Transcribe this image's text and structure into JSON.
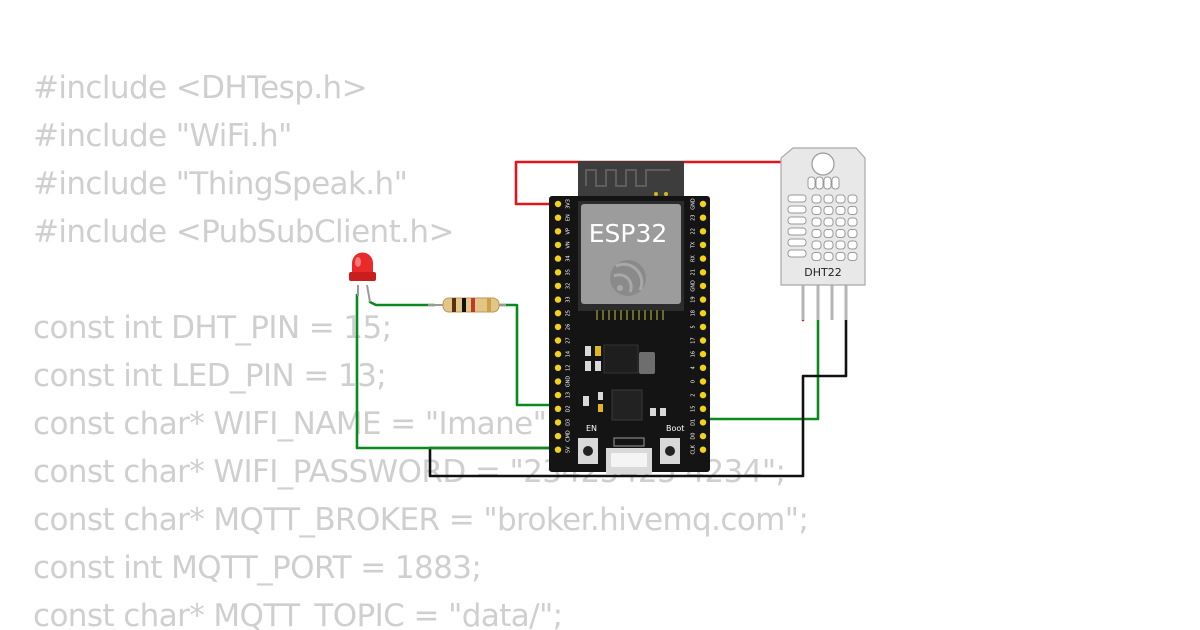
{
  "code_lines": [
    "#include <DHTesp.h>",
    "#include \"WiFi.h\"",
    "#include \"ThingSpeak.h\"",
    "#include <PubSubClient.h>",
    "",
    "const int DHT_PIN = 15;",
    "const int LED_PIN = 13;",
    "const char* WIFI_NAME = \"Imane\";",
    "const char* WIFI_PASSWORD = \"23425425 4234\";",
    "const char* MQTT_BROKER = \"broker.hivemq.com\";",
    "const int MQTT_PORT = 1883;",
    "const char* MQTT_TOPIC = \"data/\";"
  ],
  "esp32": {
    "label": "ESP32",
    "en_label": "EN",
    "boot_label": "Boot",
    "left_pins": [
      "3V3",
      "EN",
      "VP",
      "VN",
      "34",
      "35",
      "32",
      "33",
      "25",
      "26",
      "27",
      "14",
      "12",
      "GND",
      "13",
      "D2",
      "D3",
      "CMD",
      "5V"
    ],
    "right_pins": [
      "GND",
      "23",
      "22",
      "TX",
      "RX",
      "21",
      "GND",
      "19",
      "18",
      "5",
      "17",
      "16",
      "4",
      "0",
      "2",
      "15",
      "D1",
      "D0",
      "CLK"
    ]
  },
  "dht22": {
    "label": "DHT22"
  },
  "colors": {
    "wire_red": "#e0161c",
    "wire_green": "#0a8a1e",
    "wire_black": "#111111",
    "board": "#141414",
    "pin": "#f2d21a",
    "led": "#e82a2a"
  }
}
